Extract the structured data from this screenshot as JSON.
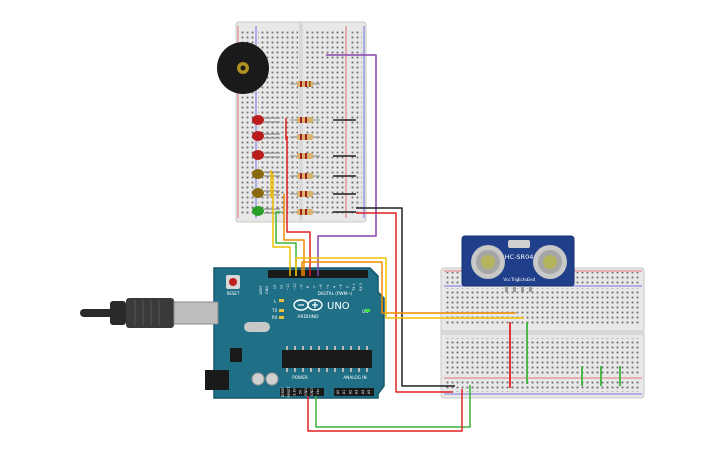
{
  "board": {
    "brand": "ARDUINO",
    "model": "UNO",
    "reset": "RESET",
    "aref": "AREF",
    "gnd": "GND",
    "digital_header": "DIGITAL (PWM~)",
    "power_header": "POWER",
    "analog_header": "ANALOG IN",
    "tx": "TX",
    "rx": "RX",
    "l_led": "L",
    "on_led": "ON",
    "digital_pins": [
      "13",
      "12",
      "~11",
      "~10",
      "~9",
      "8",
      "7",
      "~6",
      "~5",
      "4",
      "~3",
      "2",
      "TX 1",
      "RX 0"
    ],
    "power_pins": [
      "IOREF",
      "RESET",
      "3.3V",
      "5V",
      "GND",
      "GND",
      "Vin"
    ],
    "analog_pins": [
      "A0",
      "A1",
      "A2",
      "A3",
      "A4",
      "A5"
    ]
  },
  "sensor": {
    "model": "HC-SR04",
    "pins": [
      "Vcc",
      "Trig",
      "Echo",
      "Gnd"
    ]
  },
  "wire_colors": {
    "red": "#e02020",
    "black": "#202020",
    "green": "#3cb43c",
    "yellow": "#f0c000",
    "orange": "#f08c00",
    "purple": "#8844aa"
  },
  "components": {
    "buzzer": "piezo-buzzer",
    "leds": [
      "#b81c1c",
      "#b81c1c",
      "#b81c1c",
      "#8a6a10",
      "#8a6a10",
      "#28a028"
    ]
  }
}
